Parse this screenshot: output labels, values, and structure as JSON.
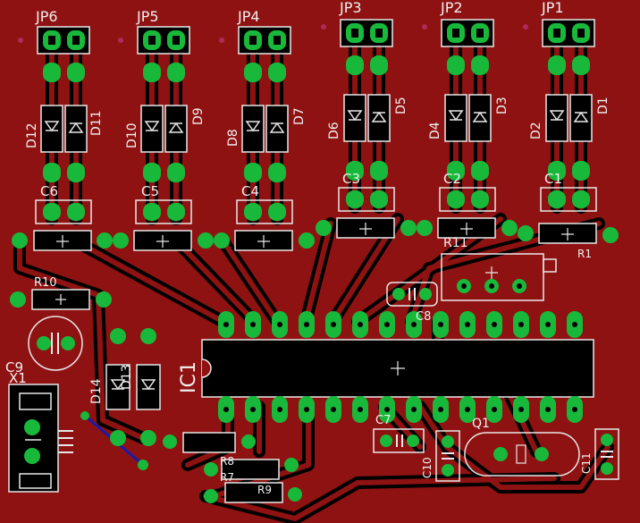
{
  "board": {
    "colors": {
      "copper": "#8e1212",
      "trace_outline": "#000000",
      "pad": "#18b83a",
      "drill": "#000000",
      "silk": "#e8e8e8",
      "bottom_trace": "#1a1aa8",
      "via_dot": "#b22a5a"
    }
  },
  "labels": {
    "jp6": "JP6",
    "jp5": "JP5",
    "jp4": "JP4",
    "jp3": "JP3",
    "jp2": "JP2",
    "jp1": "JP1",
    "d12": "D12",
    "d11": "D11",
    "d10": "D10",
    "d9": "D9",
    "d8": "D8",
    "d7": "D7",
    "d6": "D6",
    "d5": "D5",
    "d4": "D4",
    "d3": "D3",
    "d2": "D2",
    "d1": "D1",
    "c6": "C6",
    "c5": "C5",
    "c4": "C4",
    "c3": "C3",
    "c2": "C2",
    "c1": "C1",
    "r11": "R11",
    "r1": "R1",
    "r10": "R10",
    "c8": "C8",
    "ic1": "IC1",
    "c9": "C9",
    "x1": "X1",
    "d14": "D14",
    "d13": "D13",
    "c7": "C7",
    "q1": "Q1",
    "c10": "C10",
    "c11": "C11",
    "r8": "R8",
    "r7": "R7",
    "r9": "R9"
  }
}
